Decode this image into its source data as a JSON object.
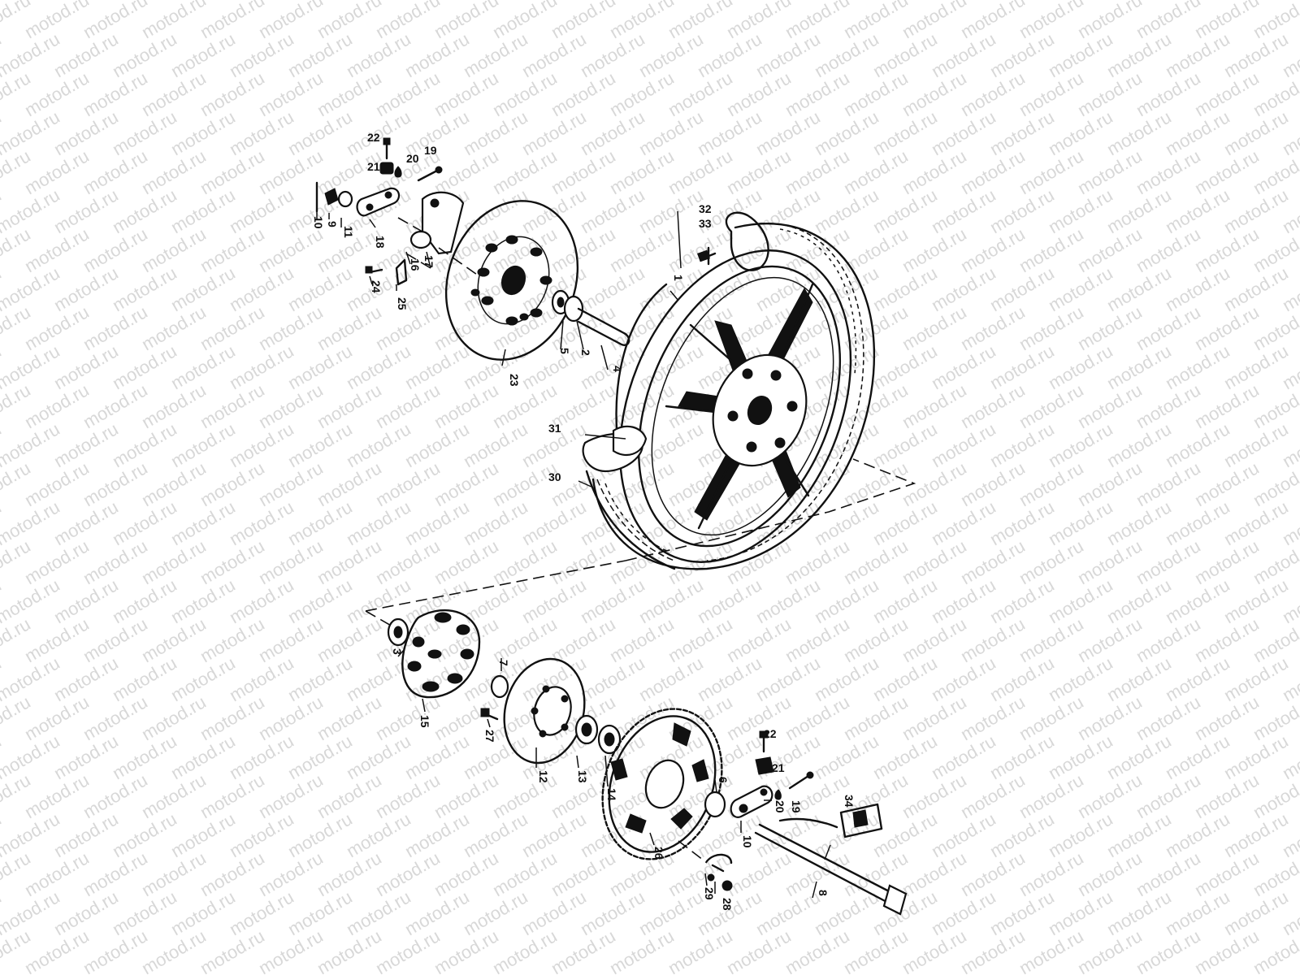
{
  "watermark": "motod.ru",
  "diagram": {
    "labels": [
      "22",
      "21",
      "20",
      "19",
      "10",
      "9",
      "11",
      "18",
      "16",
      "17",
      "24",
      "25",
      "23",
      "5",
      "2",
      "4",
      "1",
      "32",
      "33",
      "31",
      "30",
      "3",
      "15",
      "7",
      "27",
      "12",
      "13",
      "14",
      "26",
      "6",
      "22",
      "21",
      "19",
      "20",
      "34",
      "10",
      "8",
      "29",
      "28"
    ]
  }
}
